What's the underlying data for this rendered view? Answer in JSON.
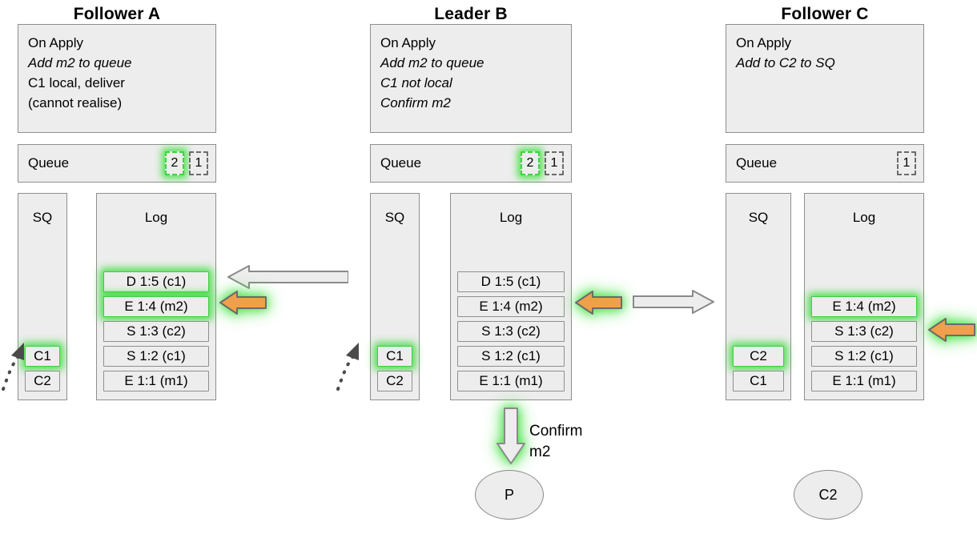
{
  "columns": [
    {
      "title": "Follower A",
      "note_lines": [
        {
          "text": "On Apply",
          "italic": false
        },
        {
          "text": "Add m2 to queue",
          "italic": true
        },
        {
          "text": "C1 local, deliver",
          "italic": false
        },
        {
          "text": "(cannot realise)",
          "italic": false
        }
      ],
      "queue": {
        "label": "Queue",
        "items": [
          {
            "value": "2",
            "highlight": true
          },
          {
            "value": "1",
            "highlight": false
          }
        ]
      },
      "sq": {
        "header": "SQ",
        "cells": [
          {
            "value": "C1",
            "highlight": true
          },
          {
            "value": "C2",
            "highlight": false
          }
        ]
      },
      "log": {
        "header": "Log",
        "cells": [
          {
            "value": "D 1:5 (c1)",
            "highlight": true
          },
          {
            "value": "E 1:4 (m2)",
            "highlight": true
          },
          {
            "value": "S 1:3 (c2)",
            "highlight": false
          },
          {
            "value": "S 1:2 (c1)",
            "highlight": false
          },
          {
            "value": "E 1:1 (m1)",
            "highlight": false
          }
        ]
      }
    },
    {
      "title": "Leader B",
      "note_lines": [
        {
          "text": "On Apply",
          "italic": false
        },
        {
          "text": "Add m2 to queue",
          "italic": true
        },
        {
          "text": "C1 not local",
          "italic": true
        },
        {
          "text": "Confirm m2",
          "italic": true
        }
      ],
      "queue": {
        "label": "Queue",
        "items": [
          {
            "value": "2",
            "highlight": true
          },
          {
            "value": "1",
            "highlight": false
          }
        ]
      },
      "sq": {
        "header": "SQ",
        "cells": [
          {
            "value": "C1",
            "highlight": true
          },
          {
            "value": "C2",
            "highlight": false
          }
        ]
      },
      "log": {
        "header": "Log",
        "cells": [
          {
            "value": "D 1:5 (c1)",
            "highlight": false
          },
          {
            "value": "E 1:4 (m2)",
            "highlight": false
          },
          {
            "value": "S 1:3 (c2)",
            "highlight": false
          },
          {
            "value": "S 1:2 (c1)",
            "highlight": false
          },
          {
            "value": "E 1:1 (m1)",
            "highlight": false
          }
        ]
      }
    },
    {
      "title": "Follower C",
      "note_lines": [
        {
          "text": "On Apply",
          "italic": false
        },
        {
          "text": "Add to C2 to SQ",
          "italic": true
        }
      ],
      "queue": {
        "label": "Queue",
        "items": [
          {
            "value": "1",
            "highlight": false
          }
        ]
      },
      "sq": {
        "header": "SQ",
        "cells": [
          {
            "value": "C2",
            "highlight": true
          },
          {
            "value": "C1",
            "highlight": false
          }
        ]
      },
      "log": {
        "header": "Log",
        "cells": [
          {
            "value": "E 1:4 (m2)",
            "highlight": true
          },
          {
            "value": "S 1:3 (c2)",
            "highlight": false
          },
          {
            "value": "S 1:2 (c1)",
            "highlight": false
          },
          {
            "value": "E 1:1 (m1)",
            "highlight": false
          }
        ]
      }
    }
  ],
  "annotations": {
    "confirm_caption": "Confirm\nm2"
  },
  "circles": [
    {
      "label": "P"
    },
    {
      "label": "C2"
    }
  ],
  "colors": {
    "panel_fill": "#ededed",
    "panel_border": "#8f8f8f",
    "highlight_green": "#3fcf3f",
    "arrow_orange": "#f0a04b",
    "arrow_orange_border": "#6b6b6b",
    "arrow_grey_fill": "#ededed",
    "arrow_grey_border": "#8a8a8a",
    "text": "#000000"
  }
}
